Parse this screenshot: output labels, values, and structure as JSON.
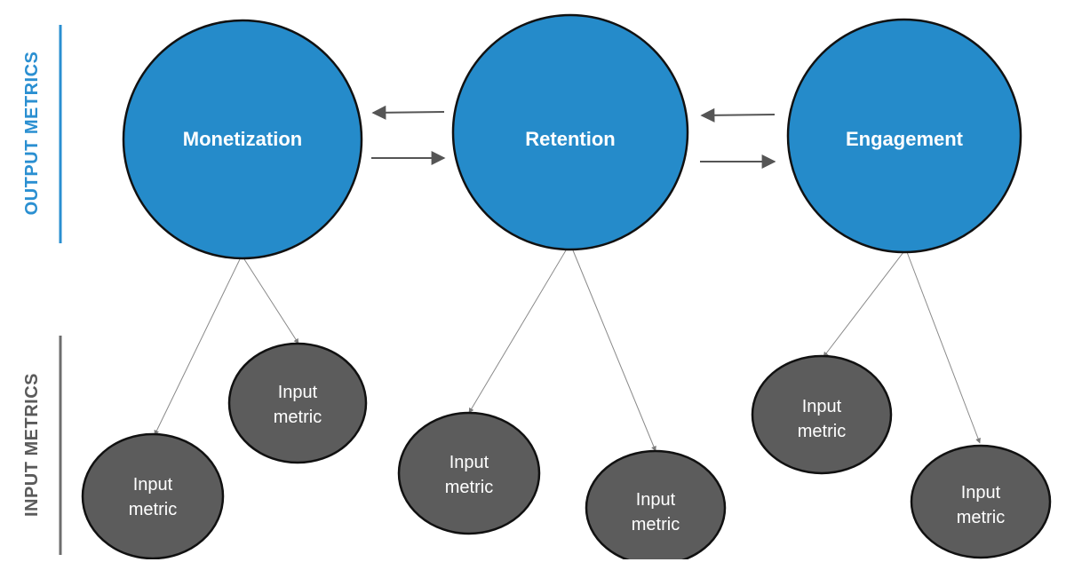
{
  "labels": {
    "output": "OUTPUT METRICS",
    "input": "INPUT METRICS"
  },
  "output_nodes": [
    {
      "id": "monetization",
      "label": "Monetization"
    },
    {
      "id": "retention",
      "label": "Retention"
    },
    {
      "id": "engagement",
      "label": "Engagement"
    }
  ],
  "input_nodes": [
    {
      "parent": "monetization",
      "line1": "Input",
      "line2": "metric"
    },
    {
      "parent": "monetization",
      "line1": "Input",
      "line2": "metric"
    },
    {
      "parent": "retention",
      "line1": "Input",
      "line2": "metric"
    },
    {
      "parent": "retention",
      "line1": "Input",
      "line2": "metric"
    },
    {
      "parent": "engagement",
      "line1": "Input",
      "line2": "metric"
    },
    {
      "parent": "engagement",
      "line1": "Input",
      "line2": "metric"
    }
  ],
  "colors": {
    "output_fill": "#258bca",
    "input_fill": "#5c5c5c",
    "output_bar": "#2a8fd1",
    "input_bar": "#6e6e6e",
    "stroke": "#111111",
    "arrow": "#555555",
    "connector": "#8a8a8a"
  }
}
